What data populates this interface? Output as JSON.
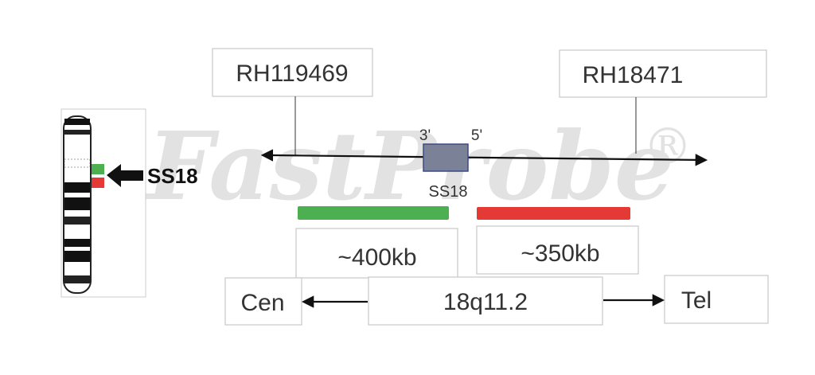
{
  "probes": {
    "left_marker": "RH119469",
    "right_marker": "RH18471"
  },
  "gene": {
    "name": "SS18",
    "end_3": "3'",
    "end_5": "5'",
    "fill": "#7b8196",
    "stroke": "#3e4a86"
  },
  "chromosome": {
    "locus_label": "SS18"
  },
  "segments": {
    "green_size": "~400kb",
    "red_size": "~350kb",
    "green_color": "#4caf50",
    "red_color": "#e53935"
  },
  "orientation": {
    "cen": "Cen",
    "band": "18q11.2",
    "tel": "Tel"
  },
  "watermark": {
    "text": "FastProbe",
    "mark": "®"
  }
}
